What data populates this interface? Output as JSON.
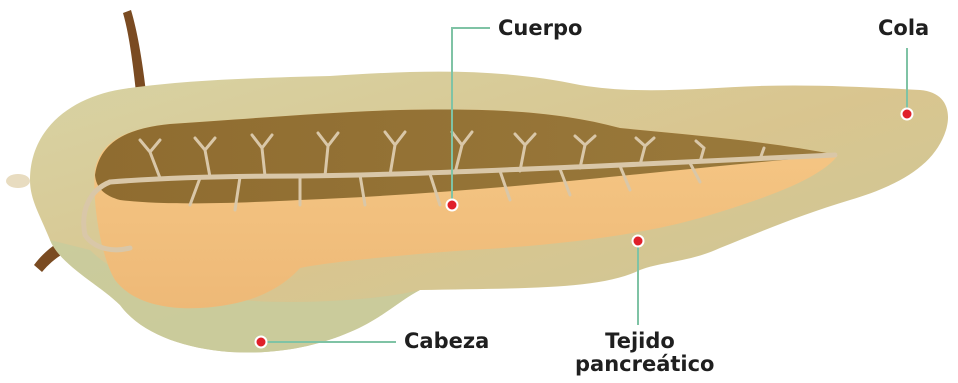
{
  "labels": {
    "cuerpo": "Cuerpo",
    "cola": "Cola",
    "cabeza": "Cabeza",
    "tejido_line1": "Tejido",
    "tejido_line2": "pancreático"
  },
  "colors": {
    "outer_tissue": "#c9c99a",
    "outer_tissue_light": "#e3cf9c",
    "cut_surface": "#f2c17f",
    "duct_channel": "#8c6a2e",
    "duct": "#d9c7a8",
    "vessel": "#7a4b22",
    "leader_line": "#7fc3a5",
    "marker": "#e0202a"
  }
}
